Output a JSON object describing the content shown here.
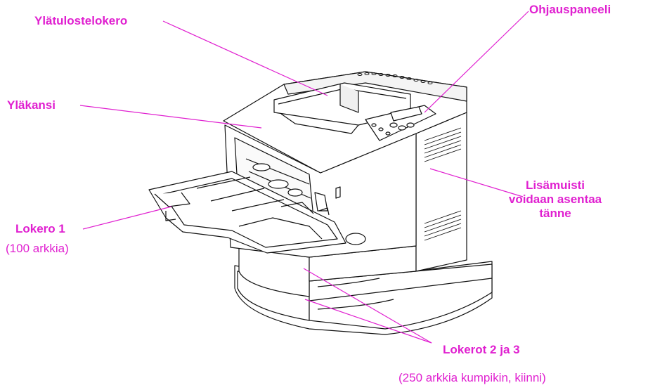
{
  "labels": {
    "output_bin": "Ylätulostelokero",
    "control_panel": "Ohjauspaneeli",
    "top_cover": "Yläkansi",
    "memory_line1": "Lisämuisti",
    "memory_line2": "voidaan asentaa",
    "memory_line3": "tänne",
    "tray1_name": "Lokero 1",
    "tray1_capacity": "(100 arkkia)",
    "trays23_name": "Lokerot 2 ja 3",
    "trays23_capacity": "(250 arkkia kumpikin, kiinni)"
  },
  "colors": {
    "label": "#e020d0",
    "leader": "#e020d0",
    "line_art": "#111111"
  }
}
